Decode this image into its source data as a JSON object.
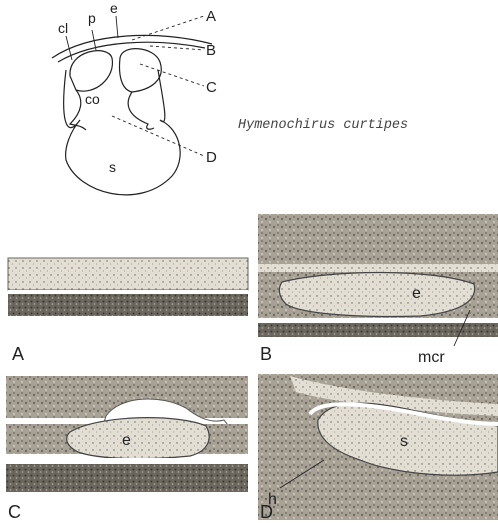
{
  "species": "Hymenochirus curtipes",
  "diagram": {
    "structure_labels": {
      "cl": "cl",
      "p": "p",
      "e": "e",
      "co": "co",
      "s": "s"
    },
    "section_callouts": [
      "A",
      "B",
      "C",
      "D"
    ]
  },
  "panels": [
    {
      "id": "A",
      "letter": "A",
      "labels": []
    },
    {
      "id": "B",
      "letter": "B",
      "labels": [
        "e",
        "mcr"
      ]
    },
    {
      "id": "C",
      "letter": "C",
      "labels": [
        "e"
      ]
    },
    {
      "id": "D",
      "letter": "D",
      "labels": [
        "s",
        "h"
      ]
    }
  ],
  "colors": {
    "ink": "#222222",
    "tissue_light": "#d8d2c6",
    "tissue_dark": "#5e5a54",
    "tissue_mid": "#9a9488"
  }
}
